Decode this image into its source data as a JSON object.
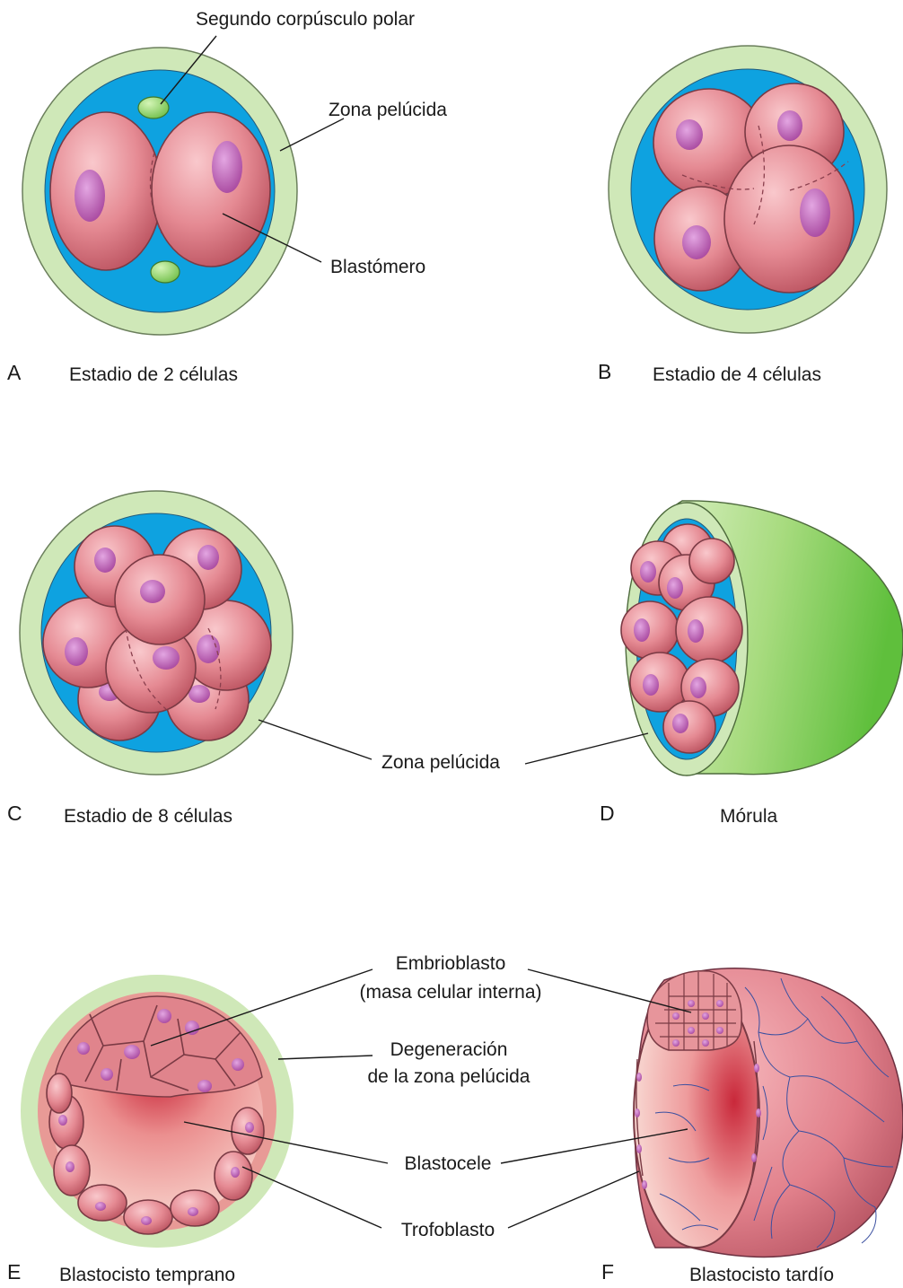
{
  "colors": {
    "zona": "#cfe8b8",
    "zona_stroke": "#6b7f5c",
    "perivitelline": "#0ea2e0",
    "cell": "#e58a93",
    "nucleus": "#b563b8",
    "polar_body": "#8fd16a",
    "degenerating_zona": "#e89a96"
  },
  "panels": {
    "a": {
      "letter": "A",
      "caption": "Estadio de 2 células"
    },
    "b": {
      "letter": "B",
      "caption": "Estadio de 4 células"
    },
    "c": {
      "letter": "C",
      "caption": "Estadio de 8 células"
    },
    "d": {
      "letter": "D",
      "caption": "Mórula"
    },
    "e": {
      "letter": "E",
      "caption": "Blastocisto temprano"
    },
    "f": {
      "letter": "F",
      "caption": "Blastocisto tardío"
    }
  },
  "labels": {
    "second_polar_body": "Segundo corpúsculo polar",
    "zona_pellucida_a": "Zona pelúcida",
    "blastomere": "Blastómero",
    "zona_pellucida_cd": "Zona pelúcida",
    "embryoblast_line1": "Embrioblasto",
    "embryoblast_line2": "(masa celular interna)",
    "degeneration_line1": "Degeneración",
    "degeneration_line2": "de la zona pelúcida",
    "blastocoele": "Blastocele",
    "trophoblast": "Trofoblasto"
  }
}
